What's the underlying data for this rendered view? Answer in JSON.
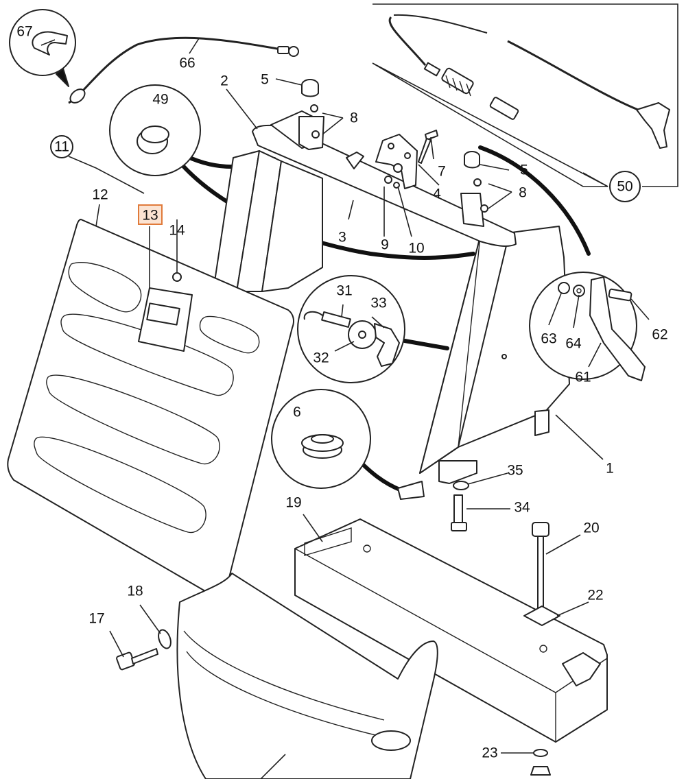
{
  "colors": {
    "line": "#222222",
    "background": "#ffffff",
    "highlight_fill": "#fbe3d2",
    "highlight_border": "#e07a3a"
  },
  "highlighted_label": "13",
  "labels": {
    "l1": "1",
    "l2": "2",
    "l3": "3",
    "l4": "4",
    "l5a": "5",
    "l5b": "5",
    "l6": "6",
    "l7": "7",
    "l8a": "8",
    "l8b": "8",
    "l9": "9",
    "l10": "10",
    "l11": "11",
    "l12": "12",
    "l13": "13",
    "l14": "14",
    "l17": "17",
    "l18": "18",
    "l19": "19",
    "l20": "20",
    "l22": "22",
    "l23": "23",
    "l31": "31",
    "l32": "32",
    "l33": "33",
    "l34": "34",
    "l35": "35",
    "l49": "49",
    "l50": "50",
    "l61": "61",
    "l62": "62",
    "l63": "63",
    "l64": "64",
    "l66": "66",
    "l67": "67"
  }
}
